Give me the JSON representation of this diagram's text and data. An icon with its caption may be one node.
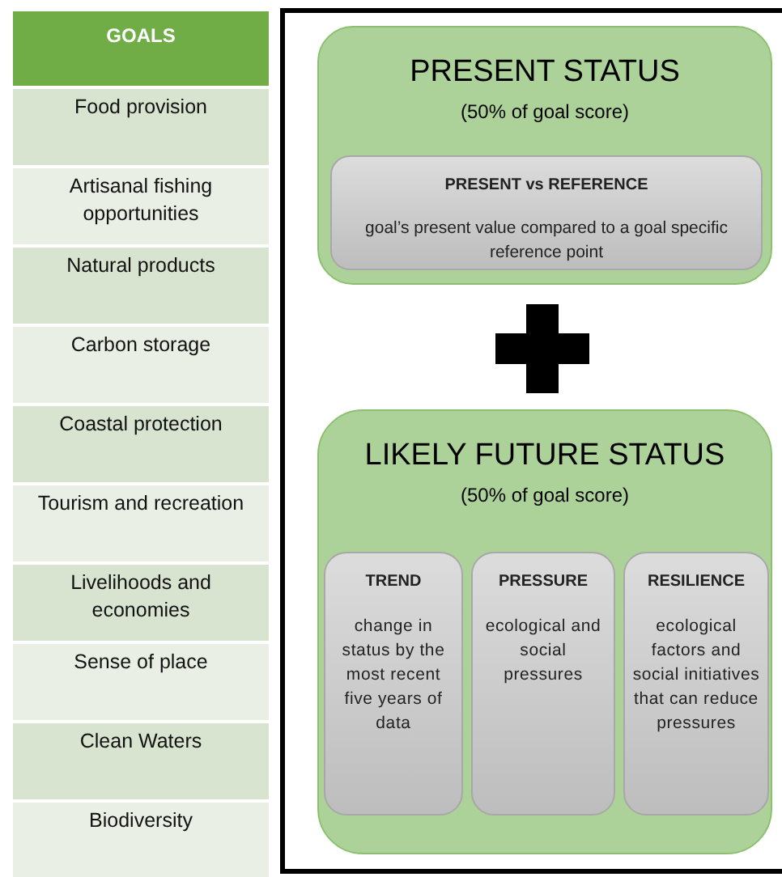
{
  "diagram": {
    "nodes": [
      {
        "text": [
          "PRESENT STATUS",
          "(50% of goal score)"
        ]
      },
      {
        "text": [
          "PRESENT vs REFERENCE",
          "goal’s present value compared to a goal specific reference point"
        ],
        "in": 0
      },
      {
        "text": [
          "LIKELY FUTURE STATUS",
          "(50% of goal score)"
        ]
      },
      {
        "text": [
          "TREND",
          "change in status by the most recent five years of data"
        ],
        "in": 2
      },
      {
        "text": [
          "PRESSURE",
          "ecological and social pressures"
        ],
        "in": 2
      },
      {
        "text": [
          "RESILIENCE",
          "ecological factors and social initiatives that can reduce pressures"
        ],
        "in": 2
      }
    ],
    "edges": [],
    "labels": [
      "GOALS",
      "Food provision",
      "Artisanal fishing opportunities",
      "Natural products",
      "Carbon storage",
      "Coastal protection",
      "Tourism and recreation",
      "Livelihoods and economies",
      "Sense of place",
      "Clean Waters",
      "Biodiversity"
    ]
  }
}
